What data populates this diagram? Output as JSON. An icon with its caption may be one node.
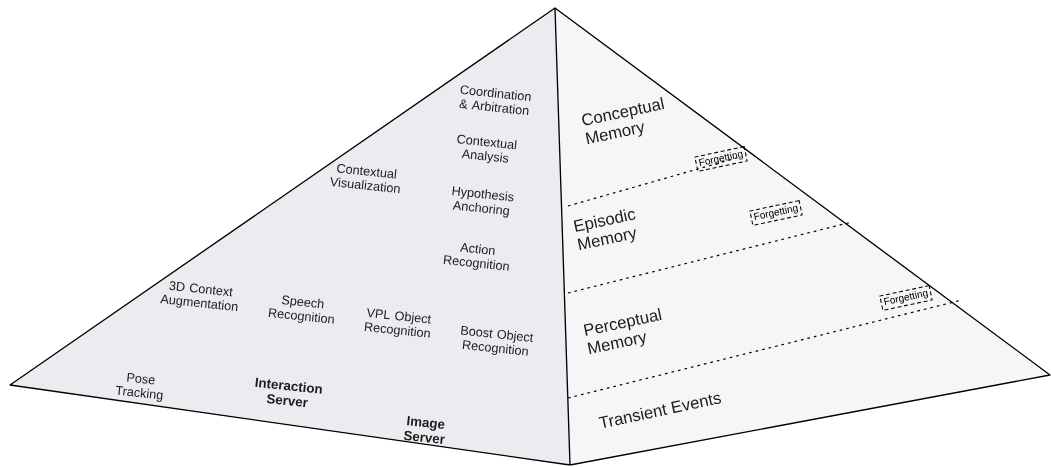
{
  "diagram": {
    "nodes": [
      {
        "text": [
          "Forgetting"
        ]
      },
      {
        "text": [
          "Forgetting"
        ]
      },
      {
        "text": [
          "Forgetting"
        ]
      }
    ],
    "labels": [
      "Coordination & Arbitration",
      "Contextual Analysis",
      "Contextual Visualization",
      "Hypothesis Anchoring",
      "Action Recognition",
      "3D Context Augmentation",
      "Speech Recognition",
      "VPL Object Recognition",
      "Boost Object Recognition",
      "Pose Tracking",
      "Interaction Server",
      "Image Server",
      "Conceptual Memory",
      "Episodic Memory",
      "Perceptual Memory",
      "Transient Events"
    ]
  }
}
